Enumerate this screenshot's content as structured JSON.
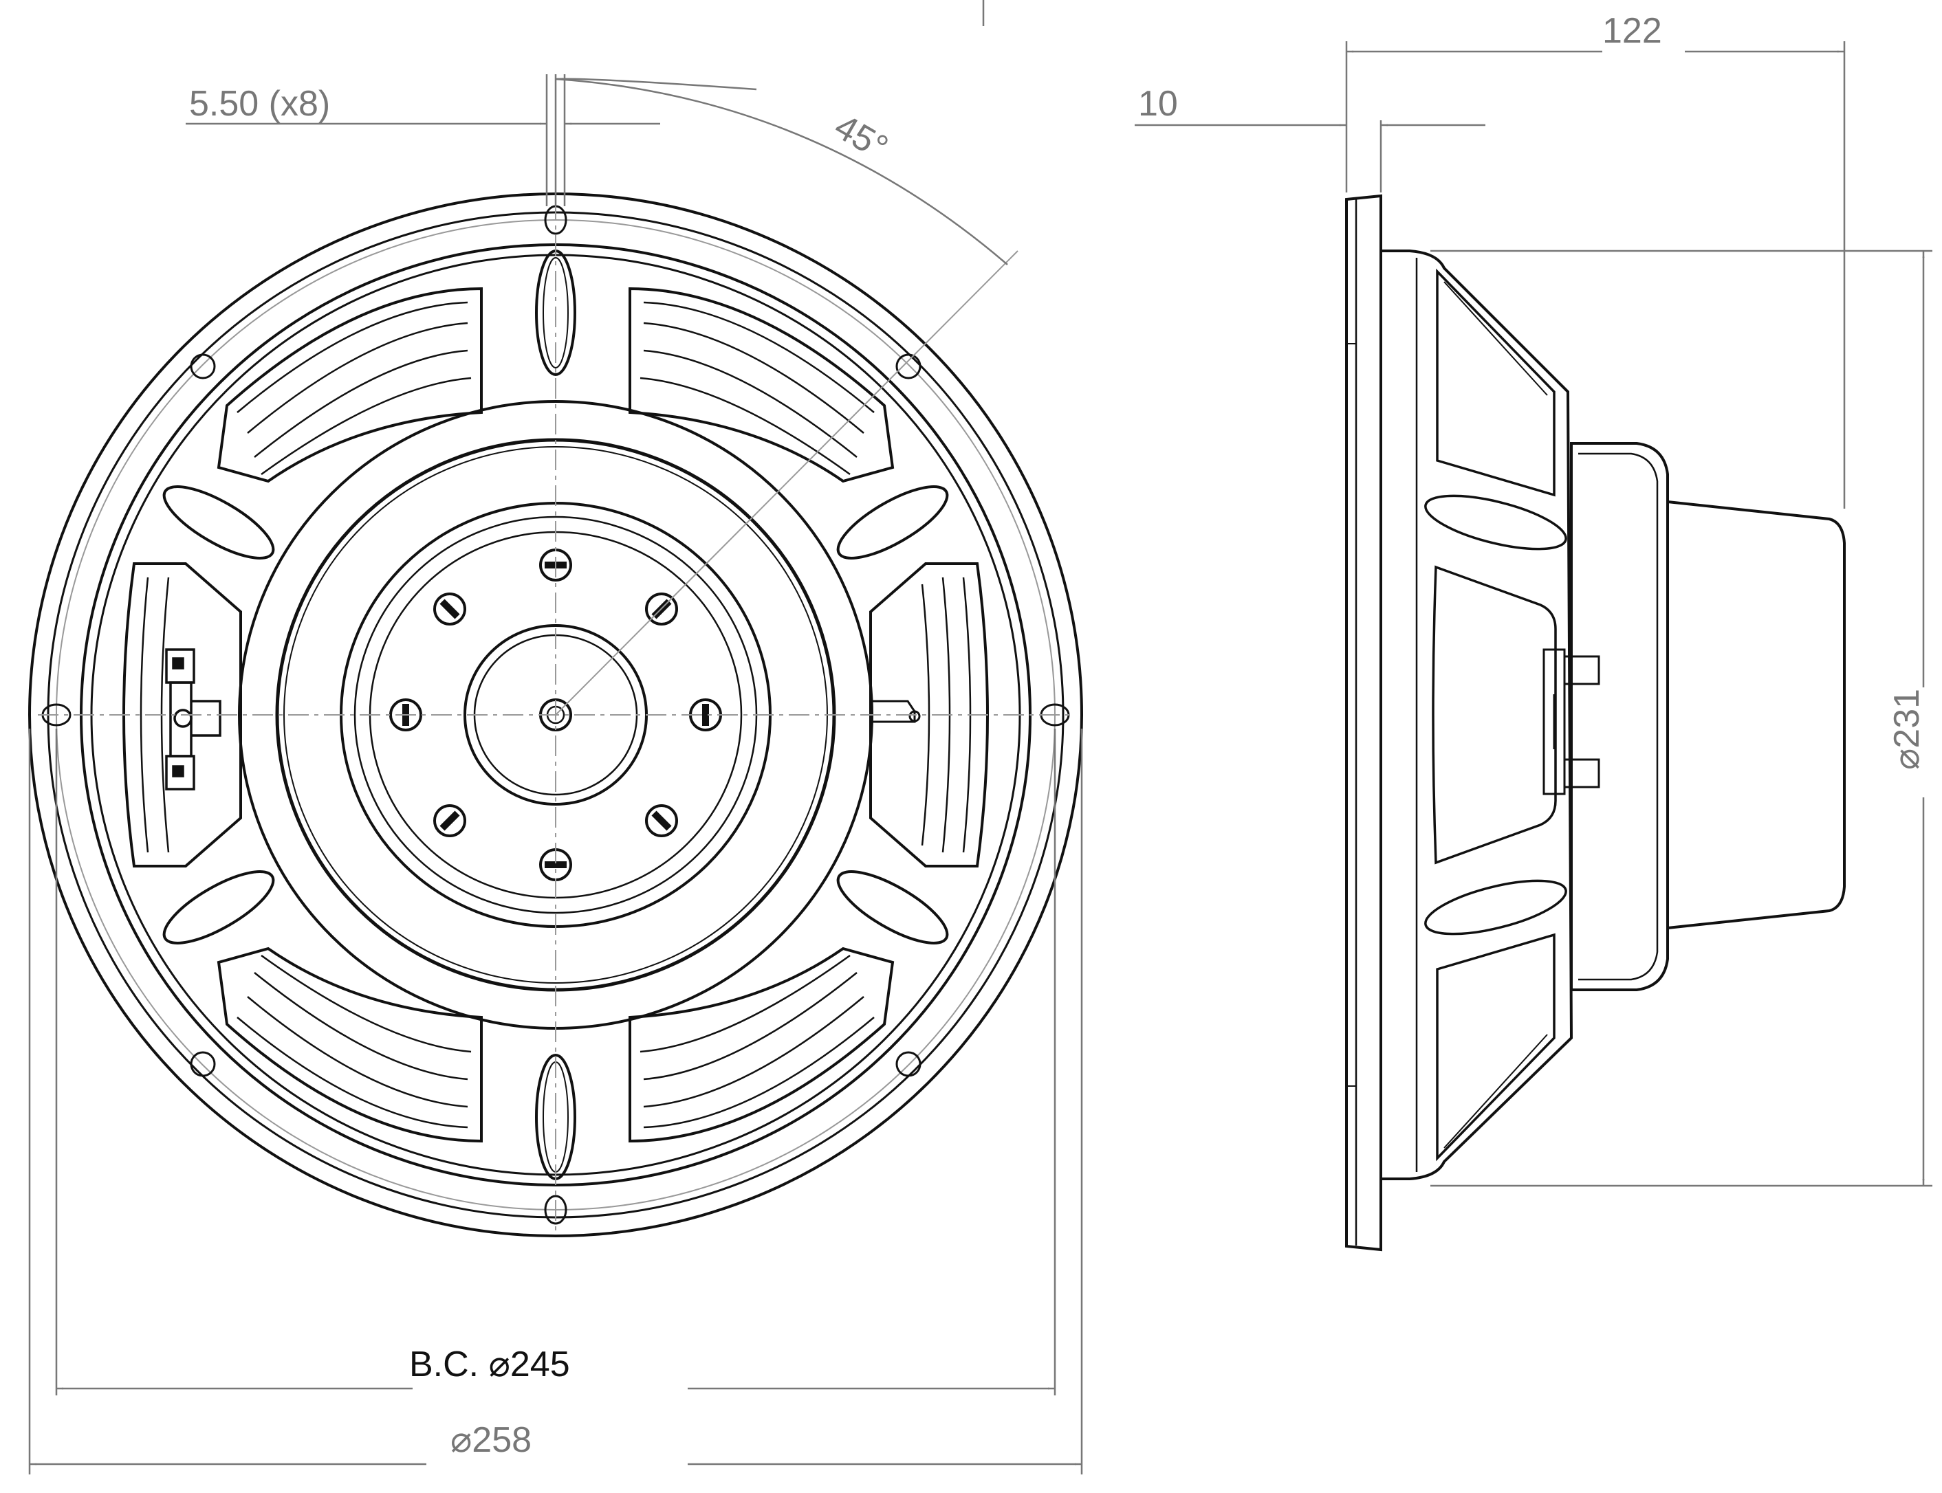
{
  "dimensions": {
    "hole_size": "5.50 (x8)",
    "hole_angle": "45°",
    "bolt_circle": "B.C. ⌀245",
    "outer_diameter": "⌀258",
    "flange_thickness": "10",
    "total_depth": "122",
    "basket_diameter": "⌀231"
  },
  "colors": {
    "line": "#111111",
    "dimension": "#777777"
  }
}
